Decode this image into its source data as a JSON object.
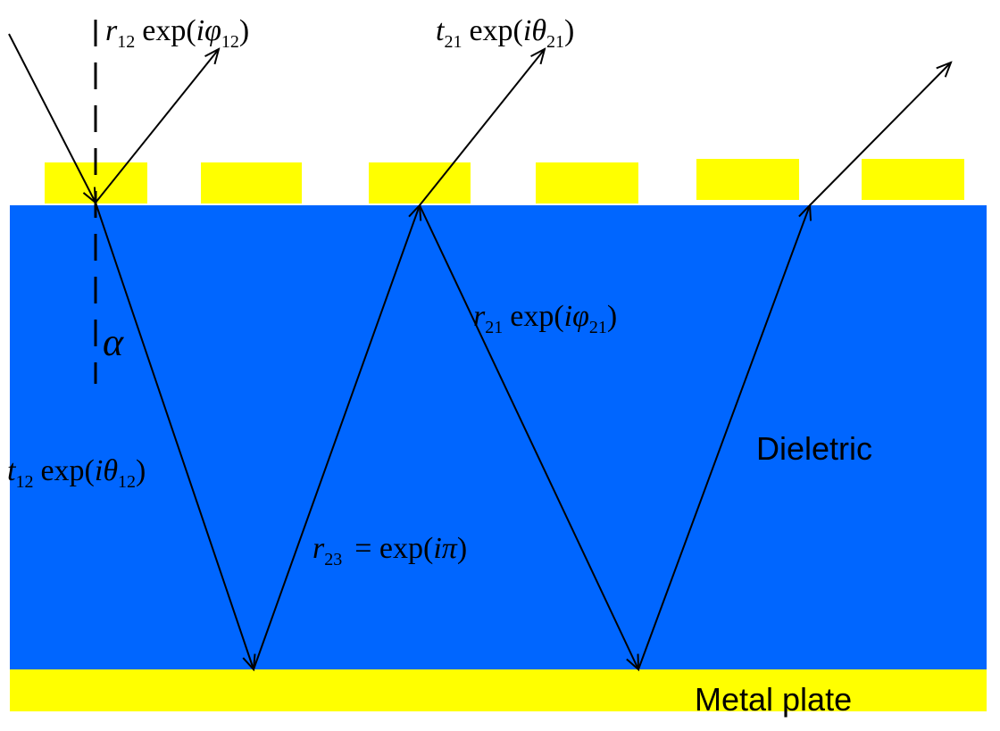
{
  "colors": {
    "background": "#ffffff",
    "dielectric": "#0066ff",
    "metal": "#ffff00",
    "ray": "#000000"
  },
  "labels": {
    "r12": {
      "symbol": "r",
      "sub": "12",
      "exp": "exp(",
      "var": "iφ",
      "varsub": "12",
      "close": ")"
    },
    "t21": {
      "symbol": "t",
      "sub": "21",
      "exp": "exp(",
      "var": "iθ",
      "varsub": "21",
      "close": ")"
    },
    "r21": {
      "symbol": "r",
      "sub": "21",
      "exp": "exp(",
      "var": "iφ",
      "varsub": "21",
      "close": ")"
    },
    "t12": {
      "symbol": "t",
      "sub": "12",
      "exp": "exp(",
      "var": "iθ",
      "varsub": "12",
      "close": ")"
    },
    "r23": {
      "symbol": "r",
      "sub": "23",
      "eq": "= exp(",
      "var": "iπ",
      "close": ")"
    },
    "alpha": "α",
    "dielectric": "Dieletric",
    "metal_plate": "Metal plate"
  }
}
